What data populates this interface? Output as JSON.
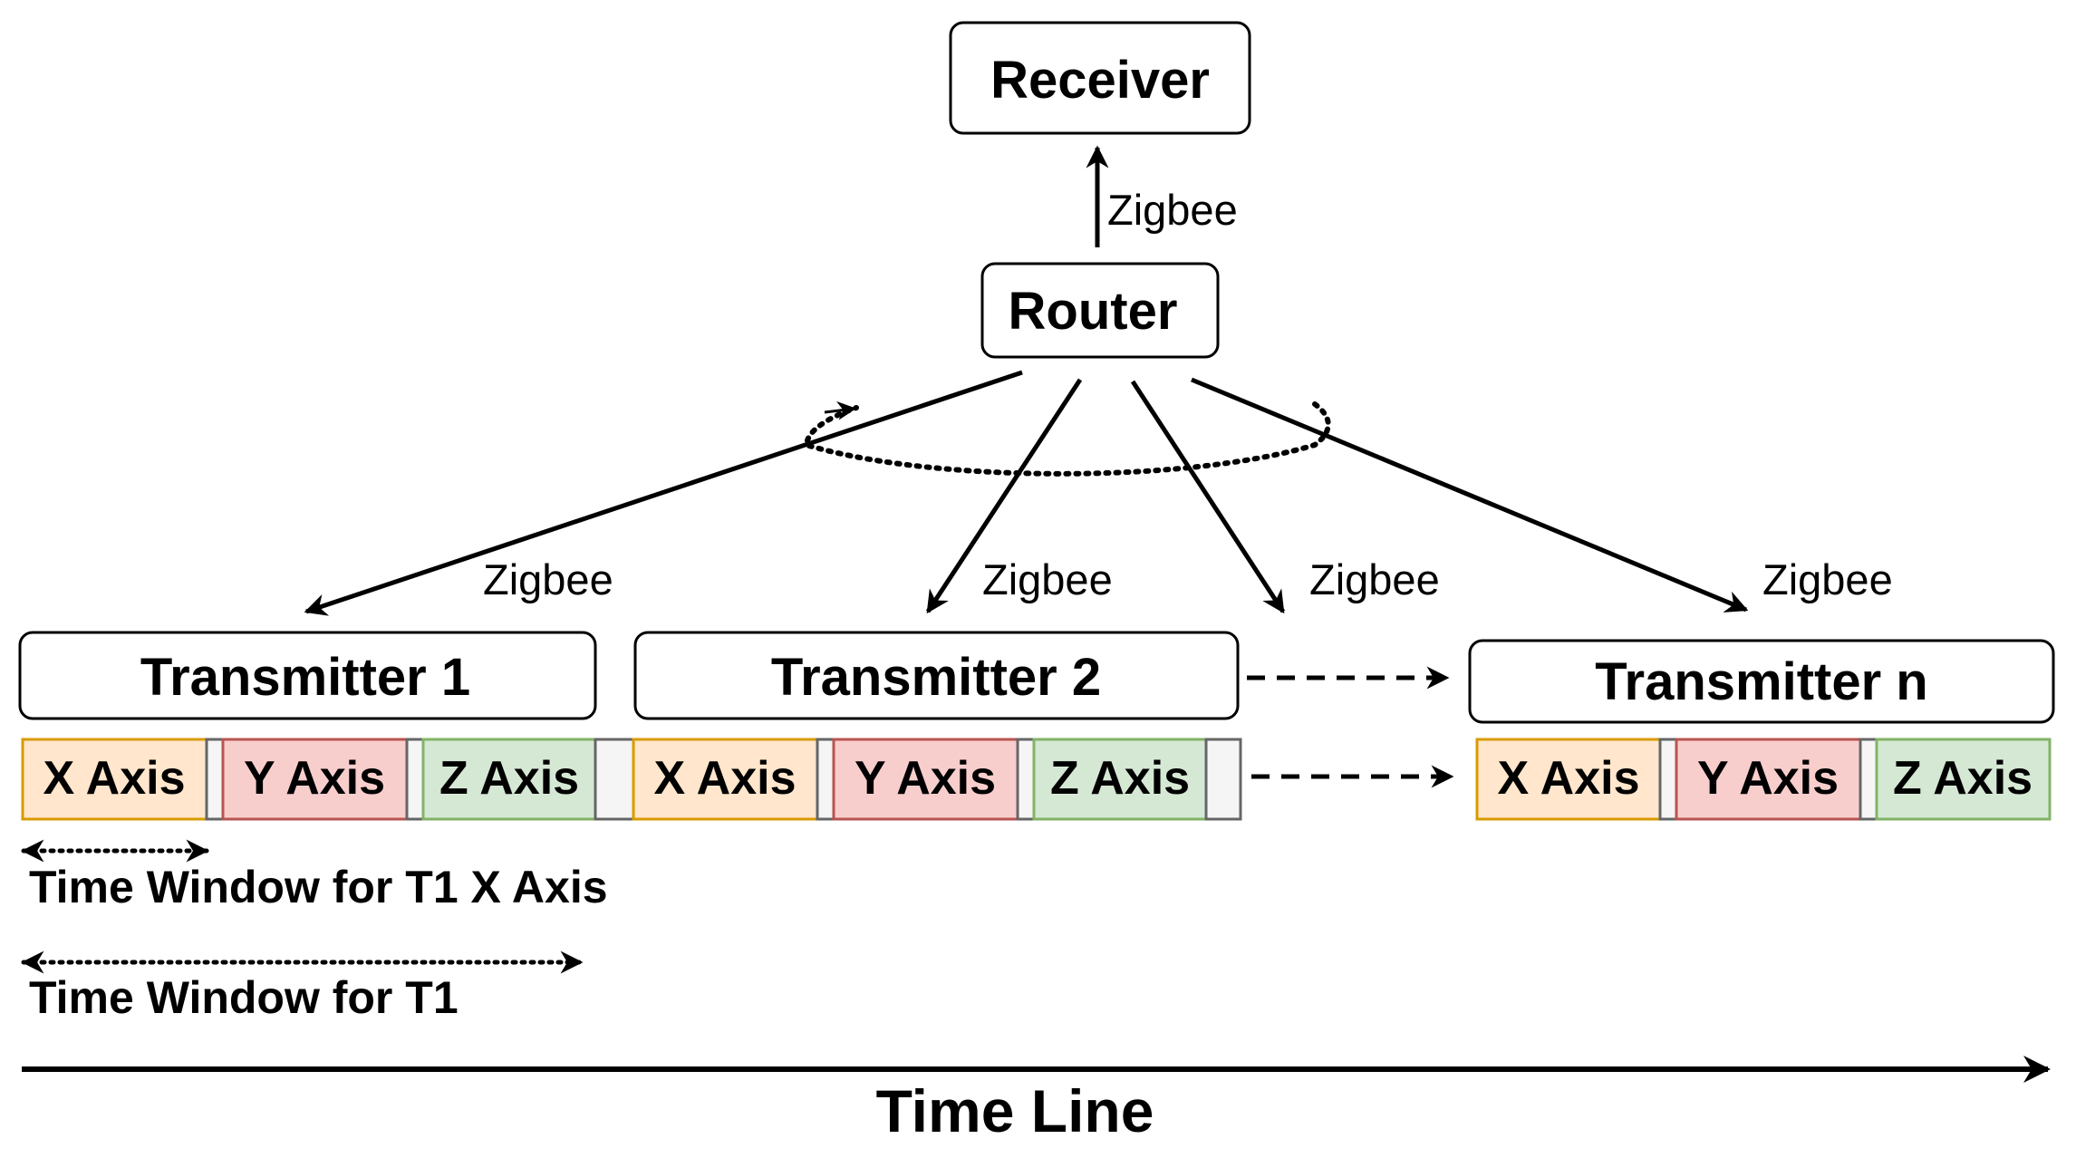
{
  "nodes": {
    "receiver": "Receiver",
    "router": "Router",
    "transmitter_1": "Transmitter 1",
    "transmitter_2": "Transmitter 2",
    "transmitter_n": "Transmitter n"
  },
  "edges": {
    "router_to_receiver": "Zigbee",
    "router_to_t1": "Zigbee",
    "router_to_t2": "Zigbee",
    "router_to_t3": "Zigbee",
    "router_to_tn": "Zigbee"
  },
  "slots": {
    "t1": {
      "x": "X Axis",
      "y": "Y Axis",
      "z": "Z Axis"
    },
    "t2": {
      "x": "X Axis",
      "y": "Y Axis",
      "z": "Z Axis"
    },
    "tn": {
      "x": "X Axis",
      "y": "Y Axis",
      "z": "Z Axis"
    }
  },
  "windows": {
    "t1_x_axis": "Time Window for T1 X Axis",
    "t1": "Time Window for T1"
  },
  "timeline": "Time Line",
  "colors": {
    "x_fill": "#ffe6cc",
    "x_stroke": "#d79b00",
    "y_fill": "#f8cecc",
    "y_stroke": "#b85450",
    "z_fill": "#d5e8d4",
    "z_stroke": "#82b366",
    "gap_fill": "#f5f5f5",
    "gap_stroke": "#666666"
  }
}
